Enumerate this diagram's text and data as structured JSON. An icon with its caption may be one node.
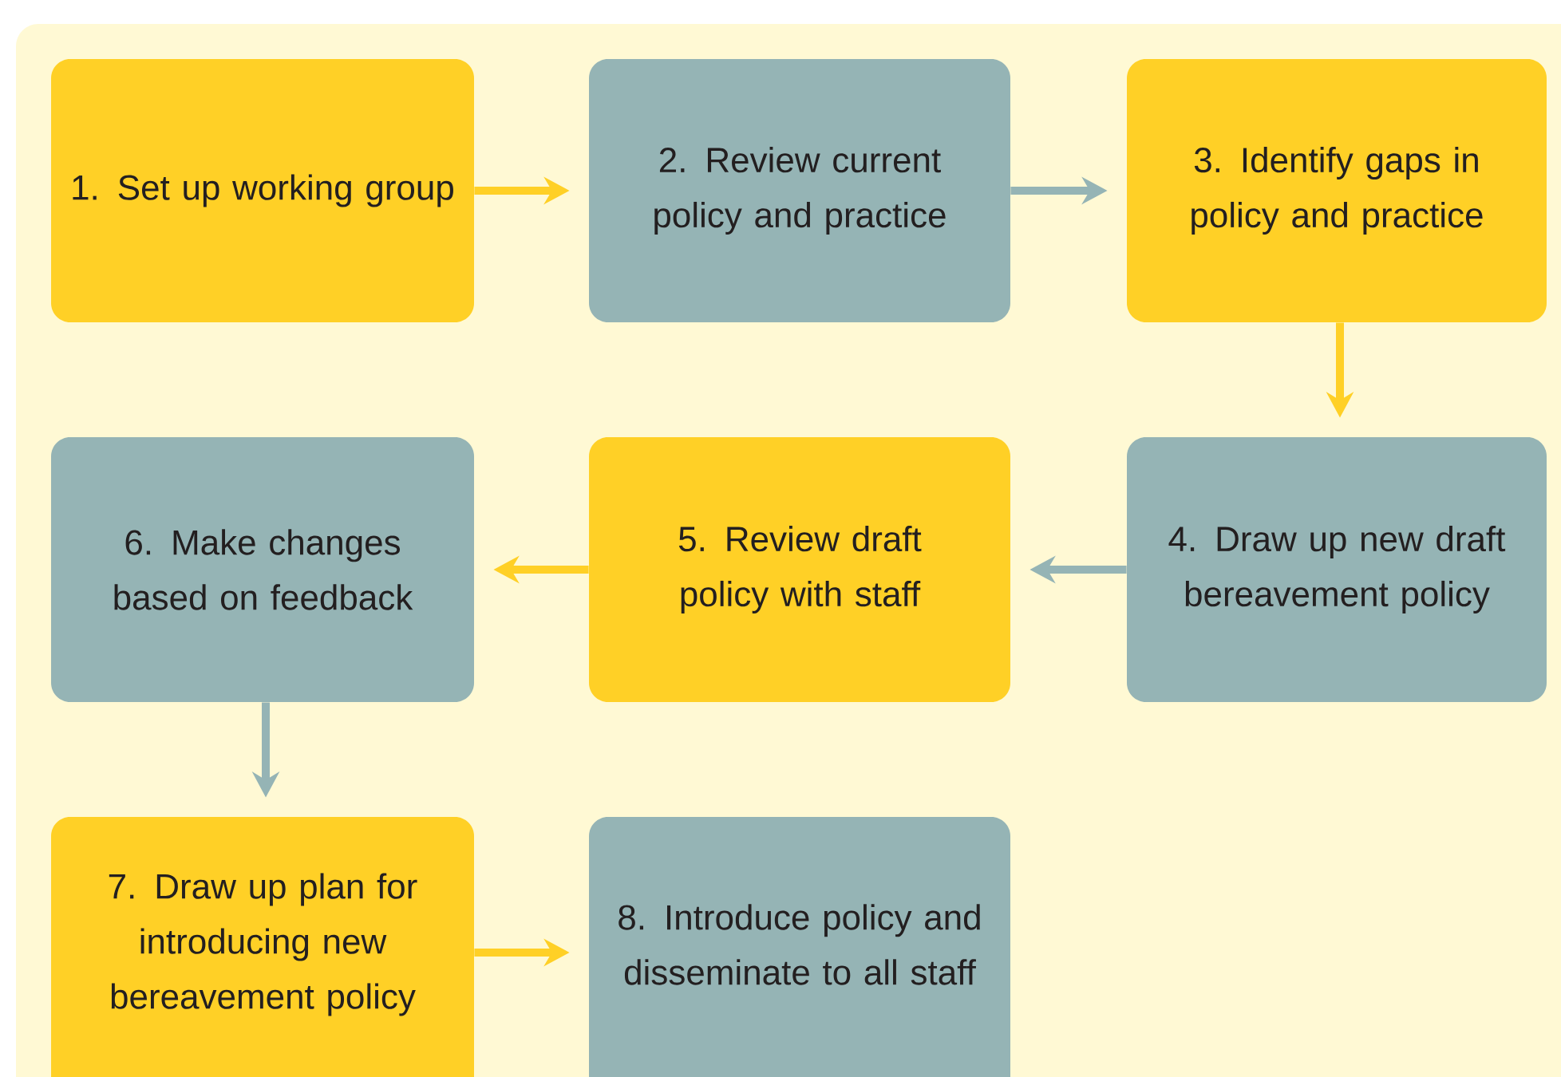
{
  "diagram": {
    "nodes": [
      {
        "text": [
          "1. Set up working group"
        ]
      },
      {
        "text": [
          "2. Review current policy and practice"
        ]
      },
      {
        "text": [
          "3. Identify gaps in policy and practice"
        ]
      },
      {
        "text": [
          "4. Draw up new draft bereavement policy"
        ]
      },
      {
        "text": [
          "5. Review draft policy with staff"
        ]
      },
      {
        "text": [
          "6. Make changes based on feedback"
        ]
      },
      {
        "text": [
          "7. Draw up plan for introducing new bereavement policy"
        ]
      },
      {
        "text": [
          "8. Introduce policy and disseminate to all staff"
        ]
      }
    ],
    "edges": [
      {
        "from": 0,
        "to": 1,
        "arrow": "to"
      },
      {
        "from": 1,
        "to": 2,
        "arrow": "to",
        "color": "#95b4b5"
      },
      {
        "from": 2,
        "to": 3,
        "arrow": "to"
      },
      {
        "from": 3,
        "to": 4,
        "arrow": "to",
        "color": "#95b4b5"
      },
      {
        "from": 4,
        "to": 5,
        "arrow": "to"
      },
      {
        "from": 5,
        "to": 6,
        "arrow": "to",
        "color": "#95b4b5"
      },
      {
        "from": 6,
        "to": 7,
        "arrow": "to"
      }
    ]
  }
}
